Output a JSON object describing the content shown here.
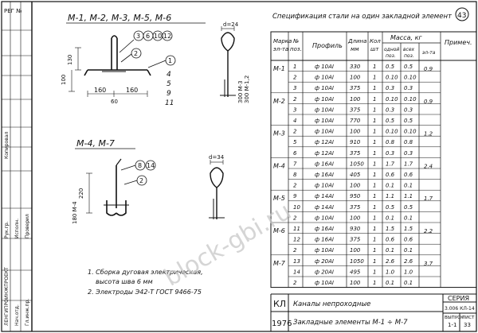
{
  "views": {
    "top_title": "М-1, М-2, М-3, М-5, М-6",
    "bottom_title": "М-4, М-7",
    "top_callouts": [
      "3",
      "6",
      "10",
      "12"
    ],
    "top_side_callouts": [
      "1",
      "4",
      "5",
      "9",
      "11"
    ],
    "callout_2": "2",
    "callout_8": "8",
    "callout_14": "14",
    "dim_160_left": "160",
    "dim_160_right": "160",
    "dim_60": "60",
    "dim_130": "130",
    "dim_100": "100",
    "dim_220": "220",
    "dim_d24": "d=24",
    "dim_d34": "d=34",
    "vert_label_top": "300 М-3",
    "vert_label_top2": "300 М-1,2",
    "vert_label_bottom": "180 М-4"
  },
  "spec": {
    "title": "Спецификация стали на один закладной элемент",
    "corner_number": "43",
    "headers": {
      "mark": "Марка эл-та",
      "pos": "№ поз.",
      "profile": "Профиль",
      "length": "Длина мм",
      "qty": "Кол шт",
      "mass": "Масса, кг",
      "mass_one": "одной поз.",
      "mass_all": "всех поз.",
      "mass_el": "эл-та",
      "note": "Примеч."
    },
    "rows": [
      {
        "mark": "М-1",
        "pos": "1",
        "profile": "ф 10АI",
        "length": "330",
        "qty": "1",
        "m1": "0.5",
        "m2": "0.5",
        "el": "0.9"
      },
      {
        "mark": "",
        "pos": "2",
        "profile": "ф 10АI",
        "length": "100",
        "qty": "1",
        "m1": "0.10",
        "m2": "0.10",
        "el": ""
      },
      {
        "mark": "",
        "pos": "3",
        "profile": "ф 10АI",
        "length": "375",
        "qty": "1",
        "m1": "0.3",
        "m2": "0.3",
        "el": ""
      },
      {
        "mark": "М-2",
        "pos": "2",
        "profile": "ф 10АI",
        "length": "100",
        "qty": "1",
        "m1": "0.10",
        "m2": "0.10",
        "el": "0.9"
      },
      {
        "mark": "",
        "pos": "3",
        "profile": "ф 10АI",
        "length": "375",
        "qty": "1",
        "m1": "0.3",
        "m2": "0.3",
        "el": ""
      },
      {
        "mark": "",
        "pos": "4",
        "profile": "ф 10АI",
        "length": "770",
        "qty": "1",
        "m1": "0.5",
        "m2": "0.5",
        "el": ""
      },
      {
        "mark": "М-3",
        "pos": "2",
        "profile": "ф 10АI",
        "length": "100",
        "qty": "1",
        "m1": "0.10",
        "m2": "0.10",
        "el": "1.2"
      },
      {
        "mark": "",
        "pos": "5",
        "profile": "ф 12АI",
        "length": "910",
        "qty": "1",
        "m1": "0.8",
        "m2": "0.8",
        "el": ""
      },
      {
        "mark": "",
        "pos": "6",
        "profile": "ф 12АI",
        "length": "375",
        "qty": "1",
        "m1": "0.3",
        "m2": "0.3",
        "el": ""
      },
      {
        "mark": "М-4",
        "pos": "7",
        "profile": "ф 16АI",
        "length": "1050",
        "qty": "1",
        "m1": "1.7",
        "m2": "1.7",
        "el": "2.4"
      },
      {
        "mark": "",
        "pos": "8",
        "profile": "ф 16АI",
        "length": "405",
        "qty": "1",
        "m1": "0.6",
        "m2": "0.6",
        "el": ""
      },
      {
        "mark": "",
        "pos": "2",
        "profile": "ф 10АI",
        "length": "100",
        "qty": "1",
        "m1": "0.1",
        "m2": "0.1",
        "el": ""
      },
      {
        "mark": "М-5",
        "pos": "9",
        "profile": "ф 14АI",
        "length": "950",
        "qty": "1",
        "m1": "1.1",
        "m2": "1.1",
        "el": "1.7"
      },
      {
        "mark": "",
        "pos": "10",
        "profile": "ф 14АI",
        "length": "375",
        "qty": "1",
        "m1": "0.5",
        "m2": "0.5",
        "el": ""
      },
      {
        "mark": "",
        "pos": "2",
        "profile": "ф 10АI",
        "length": "100",
        "qty": "1",
        "m1": "0.1",
        "m2": "0.1",
        "el": ""
      },
      {
        "mark": "М-6",
        "pos": "11",
        "profile": "ф 16АI",
        "length": "930",
        "qty": "1",
        "m1": "1.5",
        "m2": "1.5",
        "el": "2.2"
      },
      {
        "mark": "",
        "pos": "12",
        "profile": "ф 16АI",
        "length": "375",
        "qty": "1",
        "m1": "0.6",
        "m2": "0.6",
        "el": ""
      },
      {
        "mark": "",
        "pos": "2",
        "profile": "ф 10АI",
        "length": "100",
        "qty": "1",
        "m1": "0.1",
        "m2": "0.1",
        "el": ""
      },
      {
        "mark": "М-7",
        "pos": "13",
        "profile": "ф 20АI",
        "length": "1050",
        "qty": "1",
        "m1": "2.6",
        "m2": "2.6",
        "el": "3.7"
      },
      {
        "mark": "",
        "pos": "14",
        "profile": "ф 20АI",
        "length": "495",
        "qty": "1",
        "m1": "1.0",
        "m2": "1.0",
        "el": ""
      },
      {
        "mark": "",
        "pos": "2",
        "profile": "ф 10АI",
        "length": "100",
        "qty": "1",
        "m1": "0.1",
        "m2": "0.1",
        "el": ""
      }
    ]
  },
  "notes": {
    "n1": "1. Сборка  дуговая  электрическая,",
    "n1b": "высота  шва  6 мм",
    "n2": "2. Электроды  Э42-Т   ГОСТ 9466-75"
  },
  "title_block": {
    "code": "КЛ",
    "year": "1976",
    "name1": "Каналы   непроходные",
    "name2": "Закладные   элементы  М-1 ÷ М-7",
    "series_label": "СЕРИЯ",
    "series_value": "3.006 КЛ-14",
    "issue_label": "ВЫПУСК",
    "issue_value": "1-1",
    "sheet_label": "ЛИСТ",
    "sheet_value": "33"
  },
  "left_margin": {
    "reg": "РЕГ №",
    "stamp_texts": [
      "ЛЕНГИПРОИНЖПРОЕКТ",
      "Нач.отд.",
      "Гл.инж.пр.",
      "Рук.гр.",
      "Исполн.",
      "Проверил",
      "Копировал"
    ]
  },
  "watermark": "block-gbi.ru"
}
